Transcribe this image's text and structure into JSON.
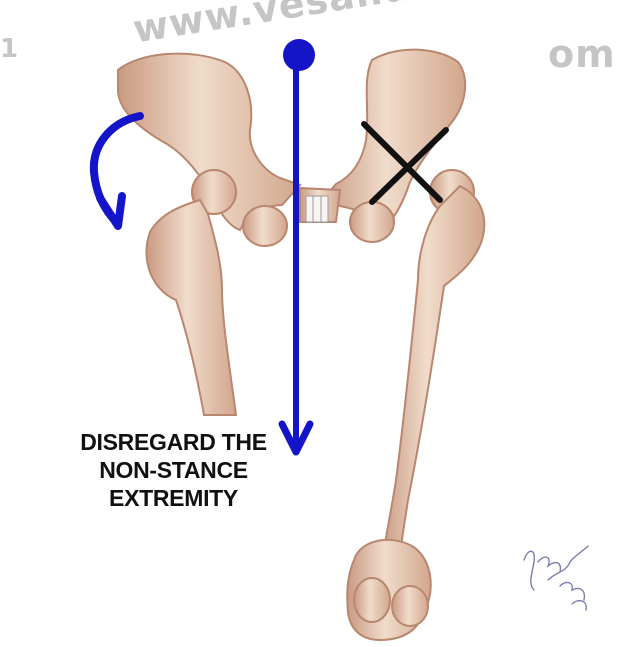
{
  "watermark": {
    "main": "www.vesalius.c",
    "right": "om",
    "left": "1"
  },
  "caption": {
    "line1": "DISREGARD THE",
    "line2": "NON-STANCE",
    "line3": "EXTREMITY"
  },
  "signature_text": "Henry Vanderbrook 96",
  "colors": {
    "arrow": "#1414c8",
    "bone": "#e7cbb4",
    "bone_shade": "#c99a82",
    "cross": "#111111"
  },
  "icons": [
    "rotation-arrow-icon",
    "gravity-line-arrow-icon",
    "cross-mark-icon"
  ]
}
